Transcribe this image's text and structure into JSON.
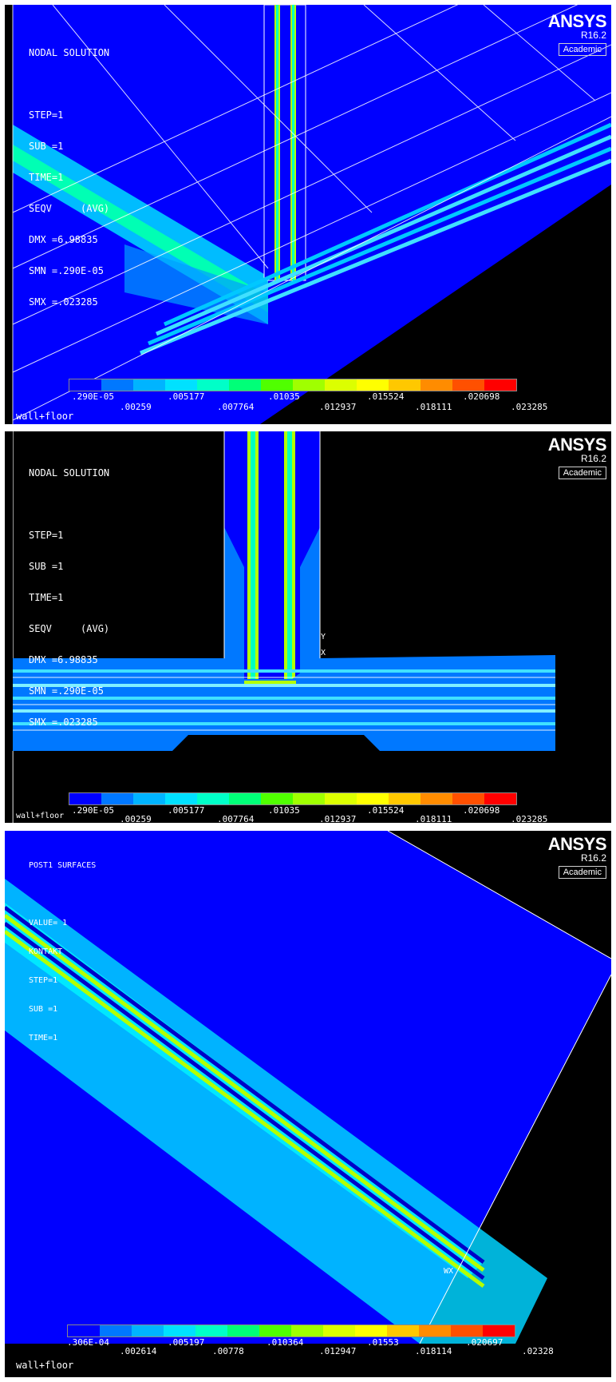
{
  "panels": [
    {
      "title_lines": [
        "NODAL SOLUTION",
        "",
        "STEP=1",
        "SUB =1",
        "TIME=1",
        "SEQV     (AVG)",
        "DMX =6.98835",
        "SMN =.290E-05",
        "SMX =.023285"
      ],
      "logo": {
        "brand": "ANSYS",
        "version": "R16.2",
        "badge": "Academic"
      },
      "legend_ticks": [
        ".290E-05",
        ".00259",
        ".005177",
        ".007764",
        ".01035",
        ".012937",
        ".015524",
        ".018111",
        ".020698",
        ".023285"
      ],
      "caption": "wall+floor"
    },
    {
      "title_lines": [
        "NODAL SOLUTION",
        "",
        "STEP=1",
        "SUB =1",
        "TIME=1",
        "SEQV     (AVG)",
        "DMX =6.98835",
        "SMN =.290E-05",
        "SMX =.023285"
      ],
      "logo": {
        "brand": "ANSYS",
        "version": "R16.2",
        "badge": "Academic"
      },
      "legend_ticks": [
        ".290E-05",
        ".00259",
        ".005177",
        ".007764",
        ".01035",
        ".012937",
        ".015524",
        ".018111",
        ".020698",
        ".023285"
      ],
      "caption": "wall+floor",
      "axis_labels": [
        "Y",
        "X"
      ]
    },
    {
      "title_lines": [
        "POST1 SURFACES",
        "",
        "VALUE= 1",
        "KONTAKT",
        "STEP=1",
        "SUB =1",
        "TIME=1"
      ],
      "logo": {
        "brand": "ANSYS",
        "version": "R16.2",
        "badge": "Academic"
      },
      "legend_ticks": [
        ".306E-04",
        ".002614",
        ".005197",
        ".00778",
        ".010364",
        ".012947",
        ".01553",
        ".018114",
        ".020697",
        ".02328"
      ],
      "caption": "wall+floor",
      "axis_labels": [
        "WX"
      ]
    }
  ],
  "legend_colors": [
    "#0000ff",
    "#0078ff",
    "#00b4ff",
    "#00e1ff",
    "#00ffc8",
    "#00ff78",
    "#50ff00",
    "#a0ff00",
    "#dcff00",
    "#ffff00",
    "#ffc800",
    "#ff8c00",
    "#ff5000",
    "#ff0000"
  ]
}
